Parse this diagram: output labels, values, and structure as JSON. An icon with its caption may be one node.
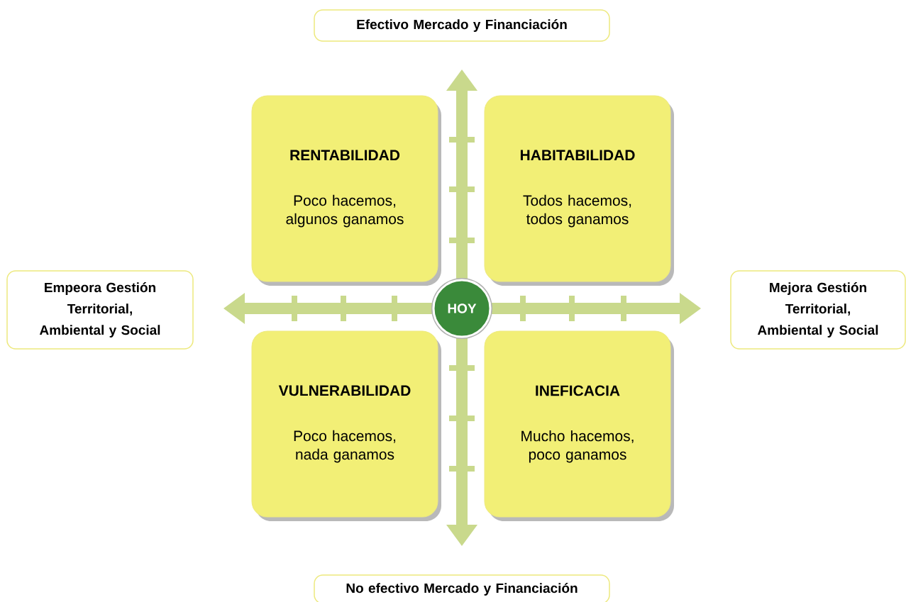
{
  "diagram": {
    "nodes": [
      {
        "text": [
          "Efectivo Mercado y Financiación"
        ]
      },
      {
        "text": [
          "Empeora Gestión Territorial, Ambiental y Social"
        ]
      },
      {
        "text": [
          "Mejora Gestión Territorial, Ambiental y Social"
        ]
      },
      {
        "text": [
          "No efectivo Mercado y Financiación"
        ]
      },
      {
        "text": [
          "HOY"
        ]
      },
      {
        "text": [
          "RENTABILIDAD",
          "Poco hacemos, algunos ganamos"
        ]
      },
      {
        "text": [
          "HABITABILIDAD",
          "Todos hacemos, todos ganamos"
        ]
      },
      {
        "text": [
          "VULNERABILIDAD",
          "Poco hacemos, nada ganamos"
        ]
      },
      {
        "text": [
          "INEFICACIA",
          "Mucho hacemos, poco ganamos"
        ]
      }
    ]
  }
}
